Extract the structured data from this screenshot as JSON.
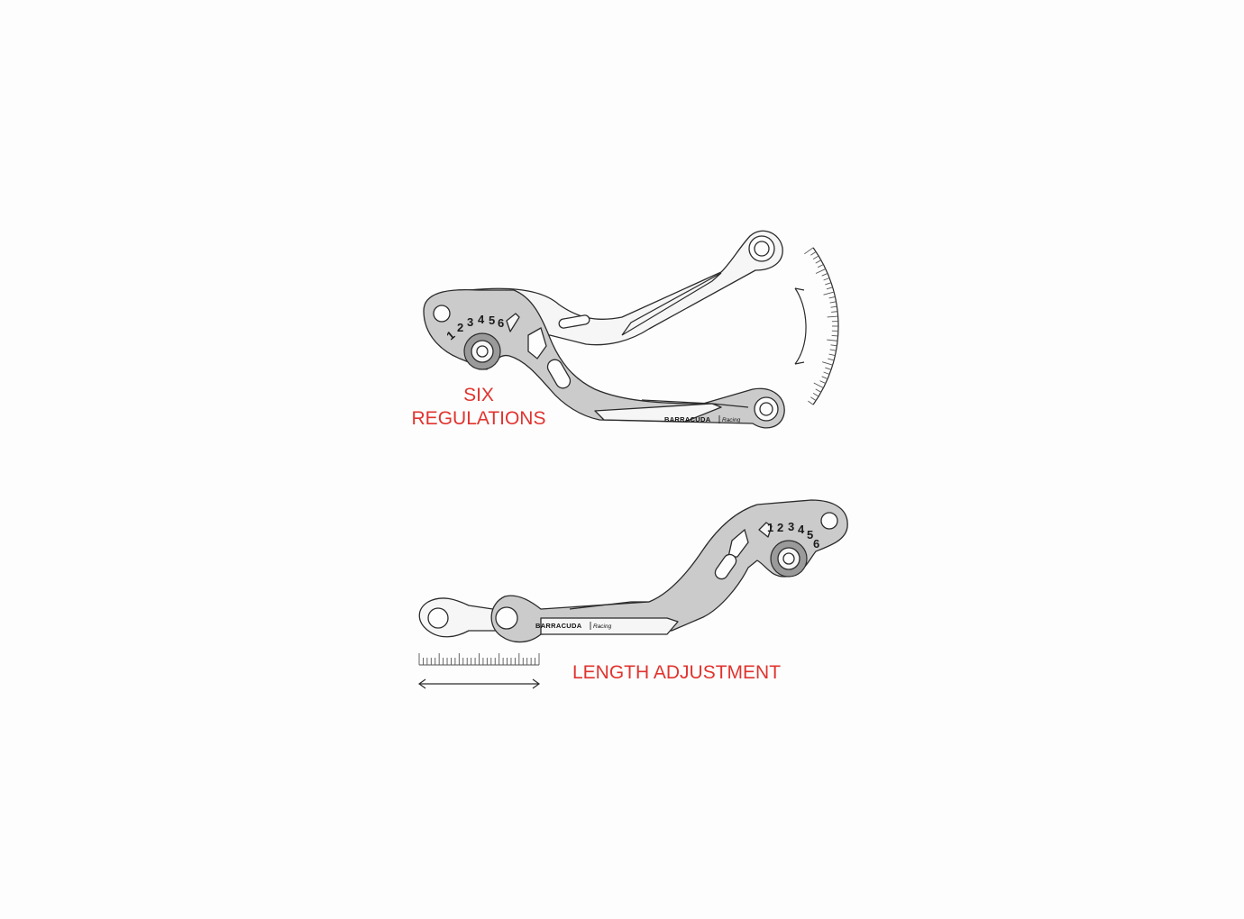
{
  "labels": {
    "six_line1": "SIX",
    "six_line2": "REGULATIONS",
    "length": "LENGTH ADJUSTMENT"
  },
  "dial_numbers": [
    "1",
    "2",
    "3",
    "4",
    "5",
    "6"
  ],
  "brand": {
    "name": "BARRACUDA",
    "sub": "Racing"
  },
  "colors": {
    "label": "#e0342f",
    "lever_fill": "#cbcbcb",
    "outline": "#2b2b2b"
  }
}
